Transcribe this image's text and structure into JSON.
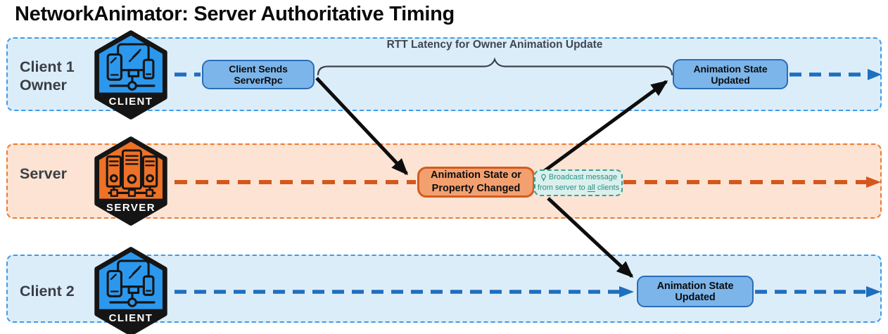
{
  "title": "NetworkAnimator: Server Authoritative Timing",
  "brace": {
    "label": "RTT Latency for Owner Animation Update"
  },
  "lanes": [
    {
      "name": "Client 1 Owner",
      "label": "Client 1\nOwner",
      "badge": "CLIENT",
      "icon": "client-devices-icon",
      "accent": "#2b98ee",
      "bg": "#dcedfa",
      "border_color": "#3e9be7",
      "timeline_color": "#1e6fbd"
    },
    {
      "name": "Server",
      "label": "Server",
      "badge": "SERVER",
      "icon": "server-racks-icon",
      "accent": "#ed7127",
      "bg": "#fce3d3",
      "border_color": "#ec7a30",
      "timeline_color": "#d4571c"
    },
    {
      "name": "Client 2",
      "label": "Client 2",
      "badge": "CLIENT",
      "icon": "client-devices-icon",
      "accent": "#2b98ee",
      "bg": "#dcedfa",
      "border_color": "#3e9be7",
      "timeline_color": "#1e6fbd"
    }
  ],
  "nodes": {
    "client_sends_rpc": {
      "label": "Client Sends ServerRpc",
      "fill": "#7cb5ea",
      "border": "#2a6db6"
    },
    "anim_updated_owner": {
      "label": "Animation State Updated",
      "fill": "#7cb5ea",
      "border": "#2a6db6"
    },
    "anim_changed_server": {
      "label": "Animation State or Property Changed",
      "fill": "#f3a071",
      "border": "#d55b1d"
    },
    "anim_updated_client2": {
      "label": "Animation State Updated",
      "fill": "#7cb5ea",
      "border": "#2a6db6"
    }
  },
  "note": {
    "icon": "lightbulb-icon",
    "line1": "Broadcast message",
    "line2_pre": "from server to ",
    "line2_underlined": "all",
    "line2_post": " clients",
    "color": "#2a8f85"
  },
  "arrows": {
    "rpc_to_server": "black-arrow",
    "server_to_owner": "black-arrow",
    "server_to_client2": "black-arrow"
  }
}
